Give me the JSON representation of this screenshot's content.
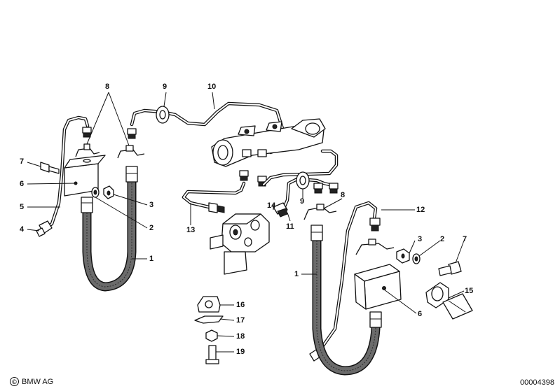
{
  "diagram": {
    "callouts": {
      "c1a": "1",
      "c1b": "1",
      "c2a": "2",
      "c2b": "2",
      "c3a": "3",
      "c3b": "3",
      "c4": "4",
      "c5": "5",
      "c6a": "6",
      "c6b": "6",
      "c7a": "7",
      "c7b": "7",
      "c8a": "8",
      "c8b": "8",
      "c9a": "9",
      "c9b": "9",
      "c10": "10",
      "c11": "11",
      "c12": "12",
      "c13": "13",
      "c14": "14",
      "c15": "15",
      "c16": "16",
      "c17": "17",
      "c18": "18",
      "c19": "19"
    }
  },
  "footer": {
    "copyright_symbol": "©",
    "brand": "BMW AG",
    "doc_number": "00004398"
  }
}
